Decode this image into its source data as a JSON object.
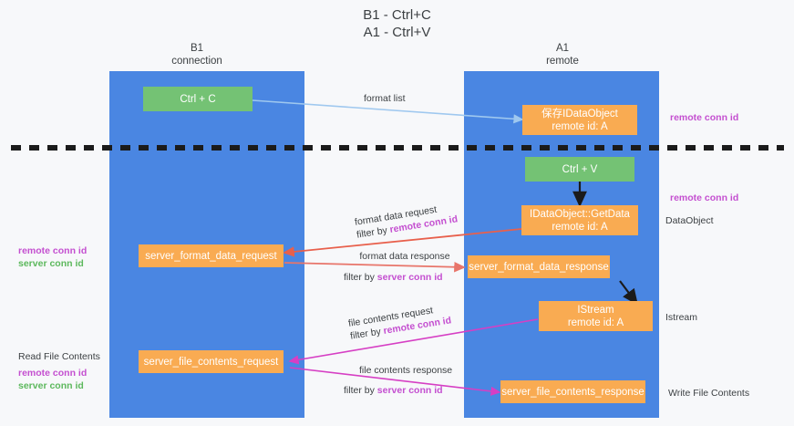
{
  "title": {
    "line1": "B1 - Ctrl+C",
    "line2": "A1 - Ctrl+V"
  },
  "columns": [
    {
      "name": "B1",
      "role": "connection"
    },
    {
      "name": "A1",
      "role": "remote"
    }
  ],
  "colors": {
    "lane": "#4a86e2",
    "node_green": "#74c274",
    "node_orange": "#f9ab52",
    "key_remote": "#c44fd0",
    "key_server": "#5cb85c",
    "arrow_copy": "#9fc8ef",
    "arrow_format_request": "#e8604c",
    "arrow_format_response": "#e8756a",
    "arrow_file": "#d63fc4",
    "arrow_black": "#1b1b1b",
    "background": "#f7f8fa",
    "text": "#3c4043"
  },
  "nodes": {
    "ctrl_c": {
      "label": "Ctrl + C"
    },
    "store_dataobject": {
      "line1": "保存IDataObject",
      "line2": "remote id: A"
    },
    "ctrl_v": {
      "label": "Ctrl + V"
    },
    "getdata": {
      "line1": "IDataObject::GetData",
      "line2": "remote id: A"
    },
    "server_format_data_request": {
      "label": "server_format_data_request"
    },
    "server_format_data_response": {
      "label": "server_format_data_response"
    },
    "istream": {
      "line1": "IStream",
      "line2": "remote id: A"
    },
    "server_file_contents_request": {
      "label": "server_file_contents_request"
    },
    "server_file_contents_response": {
      "label": "server_file_contents_response"
    }
  },
  "edges": {
    "format_list": {
      "label": "format list"
    },
    "format_data_request": {
      "line1": "format data request",
      "filter_prefix": "filter by ",
      "filter_key": "remote conn id"
    },
    "format_data_response": {
      "line1": "format data response",
      "filter_prefix": "filter by ",
      "filter_key": "server conn id"
    },
    "file_contents_request": {
      "line1": "file contents request",
      "filter_prefix": "filter by ",
      "filter_key": "remote conn id"
    },
    "file_contents_response": {
      "line1": "file contents response",
      "filter_prefix": "filter by ",
      "filter_key": "server conn id"
    }
  },
  "annotations": {
    "left_keys_middle": {
      "remote": "remote conn id",
      "server": "server conn id"
    },
    "left_read_file": "Read File Contents",
    "left_keys_bottom": {
      "remote": "remote conn id",
      "server": "server conn id"
    },
    "right_remote_conn_top": "remote conn id",
    "right_remote_conn_mid": "remote conn id",
    "right_dataobject": "DataObject",
    "right_istream": "Istream",
    "right_write_file": "Write File Contents"
  }
}
